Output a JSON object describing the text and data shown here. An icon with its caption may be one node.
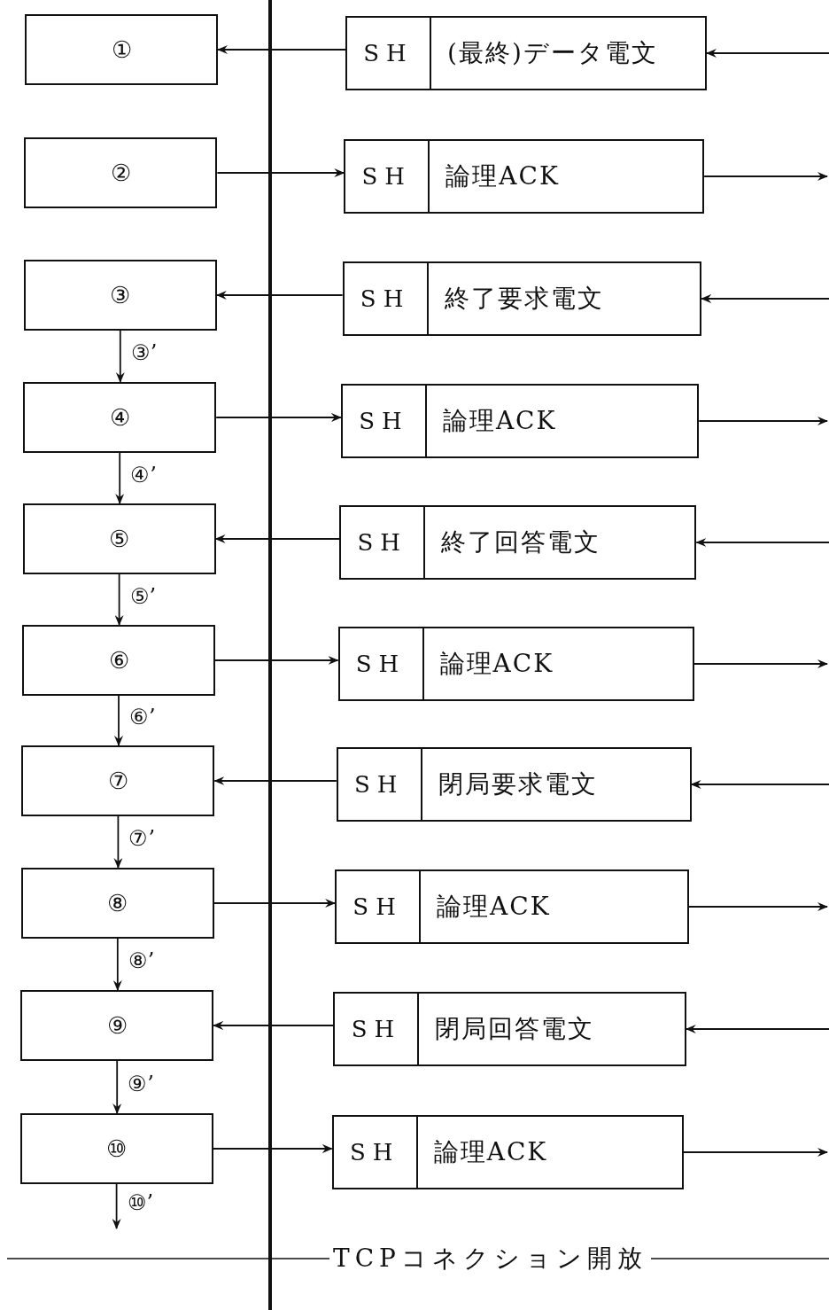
{
  "diagram": {
    "nodes": [
      {
        "text": [
          "①"
        ]
      },
      {
        "text": [
          "②"
        ]
      },
      {
        "text": [
          "③"
        ]
      },
      {
        "text": [
          "④"
        ]
      },
      {
        "text": [
          "⑤"
        ]
      },
      {
        "text": [
          "⑥"
        ]
      },
      {
        "text": [
          "⑦"
        ]
      },
      {
        "text": [
          "⑧"
        ]
      },
      {
        "text": [
          "⑨"
        ]
      },
      {
        "text": [
          "⑩"
        ]
      },
      {
        "text": [
          "SH",
          "(最終)データ電文"
        ]
      },
      {
        "text": [
          "SH",
          "論理ACK"
        ]
      },
      {
        "text": [
          "SH",
          "終了要求電文"
        ]
      },
      {
        "text": [
          "SH",
          "論理ACK"
        ]
      },
      {
        "text": [
          "SH",
          "終了回答電文"
        ]
      },
      {
        "text": [
          "SH",
          "論理ACK"
        ]
      },
      {
        "text": [
          "SH",
          "閉局要求電文"
        ]
      },
      {
        "text": [
          "SH",
          "論理ACK"
        ]
      },
      {
        "text": [
          "SH",
          "閉局回答電文"
        ]
      },
      {
        "text": [
          "SH",
          "論理ACK"
        ]
      }
    ],
    "edges": [
      {
        "from": null,
        "to": 10,
        "arrow": "to"
      },
      {
        "from": 10,
        "to": 0,
        "arrow": "to"
      },
      {
        "from": 1,
        "to": 11,
        "arrow": "to"
      },
      {
        "from": 11,
        "to": null,
        "arrow": "to"
      },
      {
        "from": null,
        "to": 12,
        "arrow": "to"
      },
      {
        "from": 12,
        "to": 2,
        "arrow": "to"
      },
      {
        "from": 2,
        "to": 3,
        "arrow": "to",
        "label": "③’"
      },
      {
        "from": 3,
        "to": 13,
        "arrow": "to"
      },
      {
        "from": 13,
        "to": null,
        "arrow": "to"
      },
      {
        "from": 3,
        "to": 4,
        "arrow": "to",
        "label": "④’"
      },
      {
        "from": null,
        "to": 14,
        "arrow": "to"
      },
      {
        "from": 14,
        "to": 4,
        "arrow": "to"
      },
      {
        "from": 4,
        "to": 5,
        "arrow": "to",
        "label": "⑤’"
      },
      {
        "from": 5,
        "to": 15,
        "arrow": "to"
      },
      {
        "from": 15,
        "to": null,
        "arrow": "to"
      },
      {
        "from": 5,
        "to": 6,
        "arrow": "to",
        "label": "⑥’"
      },
      {
        "from": null,
        "to": 16,
        "arrow": "to"
      },
      {
        "from": 16,
        "to": 6,
        "arrow": "to"
      },
      {
        "from": 6,
        "to": 7,
        "arrow": "to",
        "label": "⑦’"
      },
      {
        "from": 7,
        "to": 17,
        "arrow": "to"
      },
      {
        "from": 17,
        "to": null,
        "arrow": "to"
      },
      {
        "from": 7,
        "to": 8,
        "arrow": "to",
        "label": "⑧’"
      },
      {
        "from": null,
        "to": 18,
        "arrow": "to"
      },
      {
        "from": 18,
        "to": 8,
        "arrow": "to"
      },
      {
        "from": 8,
        "to": 9,
        "arrow": "to",
        "label": "⑨’"
      },
      {
        "from": 9,
        "to": 19,
        "arrow": "to"
      },
      {
        "from": 19,
        "to": null,
        "arrow": "to"
      },
      {
        "from": 9,
        "to": null,
        "arrow": "to",
        "label": "⑩’"
      }
    ],
    "labels": [
      "TCPコネクション開放"
    ]
  }
}
